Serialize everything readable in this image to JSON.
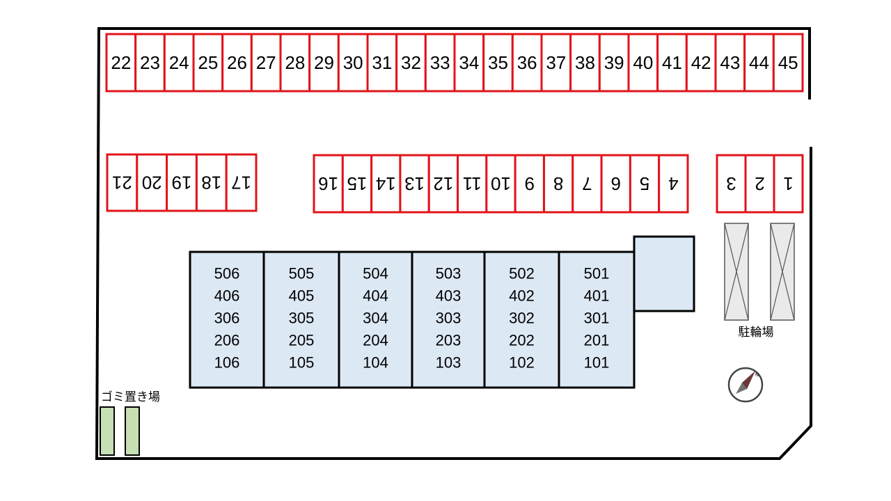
{
  "parking_top_row": [
    "22",
    "23",
    "24",
    "25",
    "26",
    "27",
    "28",
    "29",
    "30",
    "31",
    "32",
    "33",
    "34",
    "35",
    "36",
    "37",
    "38",
    "39",
    "40",
    "41",
    "42",
    "43",
    "44",
    "45"
  ],
  "parking_mid_left": [
    "21",
    "20",
    "19",
    "18",
    "17"
  ],
  "parking_mid_center": [
    "16",
    "15",
    "14",
    "13",
    "12",
    "11",
    "10",
    "9",
    "8",
    "7",
    "6",
    "5",
    "4"
  ],
  "parking_mid_right": [
    "3",
    "2",
    "1"
  ],
  "building_columns": [
    {
      "units": [
        "506",
        "406",
        "306",
        "206",
        "106"
      ]
    },
    {
      "units": [
        "505",
        "405",
        "305",
        "205",
        "105"
      ]
    },
    {
      "units": [
        "504",
        "404",
        "304",
        "204",
        "104"
      ]
    },
    {
      "units": [
        "503",
        "403",
        "303",
        "203",
        "103"
      ]
    },
    {
      "units": [
        "502",
        "402",
        "302",
        "202",
        "102"
      ]
    },
    {
      "units": [
        "501",
        "401",
        "301",
        "201",
        "101"
      ]
    }
  ],
  "bicycle_parking_label": "駐輪場",
  "garbage_area_label": "ゴミ置き場",
  "compass": {
    "north_label": "N",
    "icon": "compass-icon"
  },
  "colors": {
    "parking_outline": "#e0141b",
    "building_fill": "#dde8f5",
    "garbage_fill": "#c6e0b4",
    "compass_needle": "#e0141b"
  }
}
